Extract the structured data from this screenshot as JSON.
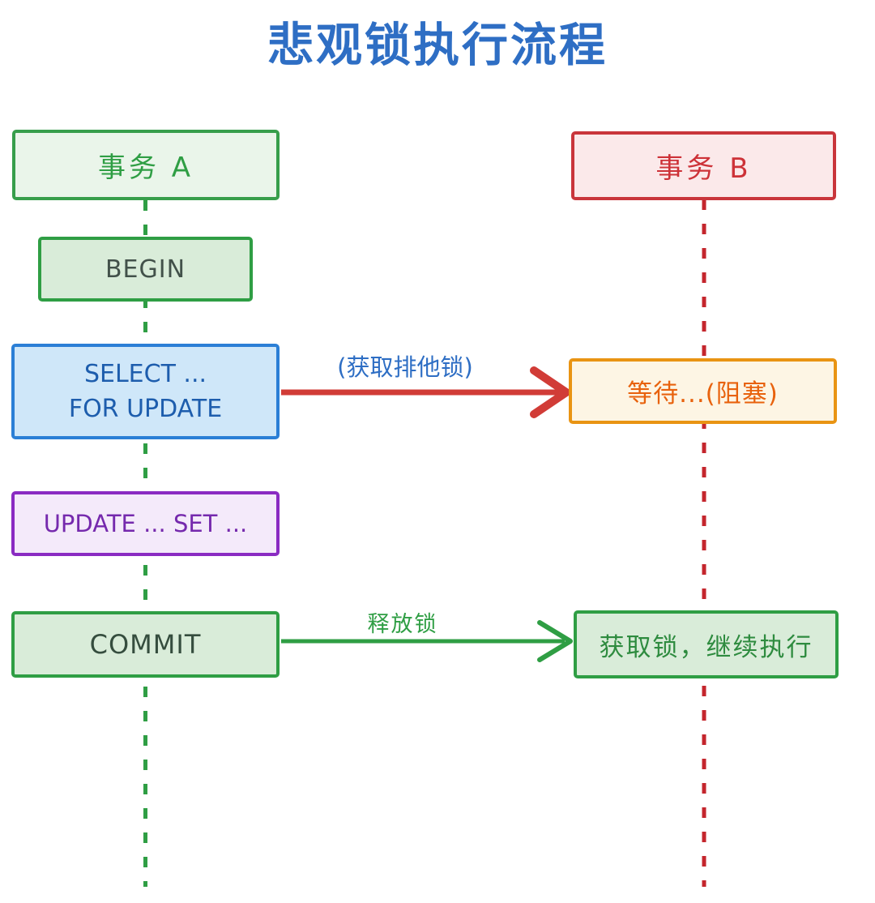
{
  "title": "悲观锁执行流程",
  "lanes": {
    "transaction_a": {
      "label": "事务 A"
    },
    "transaction_b": {
      "label": "事务 B"
    }
  },
  "steps": {
    "begin": "BEGIN",
    "select_line1": "SELECT ...",
    "select_line2": "FOR UPDATE",
    "update": "UPDATE ... SET ...",
    "commit": "COMMIT",
    "wait": "等待...(阻塞)",
    "resume": "获取锁，继续执行"
  },
  "arrows": {
    "acquire_exclusive_lock": {
      "label": "(获取排他锁)"
    },
    "release_lock": {
      "label": "释放锁"
    }
  },
  "colors": {
    "title_blue": "#2e6ec4",
    "green_stroke": "#2f9e44",
    "green_fill": "#d9ecd9",
    "green_header_fill": "#eaf5ea",
    "red_stroke": "#c9353b",
    "red_fill": "#fbe9ea",
    "red_dash": "#c4262d",
    "red_arrow": "#d13c37",
    "blue_stroke": "#2b7fd6",
    "blue_fill": "#cfe7f9",
    "blue_text": "#1d5dad",
    "orange_stroke": "#e99413",
    "orange_fill": "#fdf5e4",
    "orange_text": "#e8620d",
    "purple_stroke": "#8a2bc2",
    "purple_fill": "#f4eafa",
    "purple_text": "#7529ad",
    "dark_step_text": "#3c5244"
  }
}
